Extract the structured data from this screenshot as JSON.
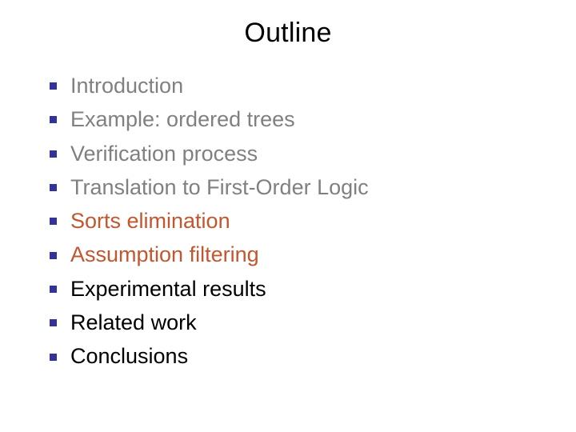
{
  "slide": {
    "title": "Outline",
    "background_color": "#FFFFFF",
    "title_color": "#000000",
    "bullet_color": "#333399",
    "bullet_glyph": "filled-square",
    "colors": {
      "gray": "#808080",
      "accent_orange": "#C2562E",
      "black": "#000000"
    },
    "items": [
      {
        "label": "Introduction",
        "color": "#808080",
        "tone": "gray"
      },
      {
        "label": "Example: ordered trees",
        "color": "#808080",
        "tone": "gray"
      },
      {
        "label": "Verification process",
        "color": "#808080",
        "tone": "gray"
      },
      {
        "label": "Translation to First-Order Logic",
        "color": "#808080",
        "tone": "gray"
      },
      {
        "label": "Sorts elimination",
        "color": "#C2562E",
        "tone": "accent"
      },
      {
        "label": "Assumption filtering",
        "color": "#C2562E",
        "tone": "accent"
      },
      {
        "label": "Experimental results",
        "color": "#000000",
        "tone": "black"
      },
      {
        "label": "Related work",
        "color": "#000000",
        "tone": "black"
      },
      {
        "label": "Conclusions",
        "color": "#000000",
        "tone": "black"
      }
    ]
  }
}
